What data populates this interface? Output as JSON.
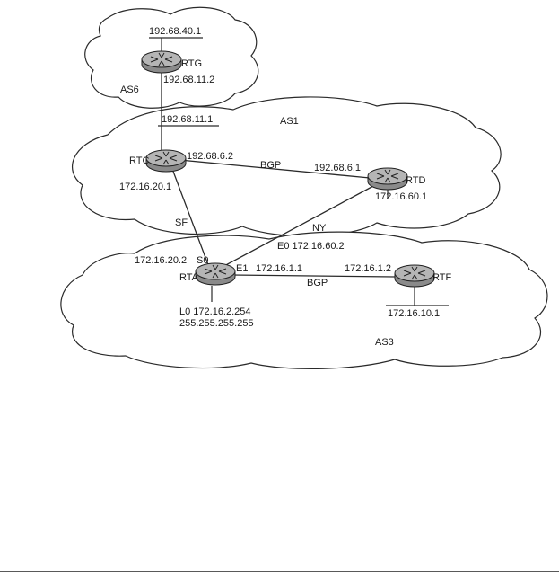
{
  "as_labels": {
    "as6": "AS6",
    "as1": "AS1",
    "as3": "AS3"
  },
  "routers": {
    "rtg": "RTG",
    "rtc": "RTC",
    "rtd": "RTD",
    "rta": "RTA",
    "rtf": "RTF"
  },
  "addresses": {
    "rtg_lan": "192.68.40.1",
    "rtg_link": "192.68.11.2",
    "rtc_link_as6": "192.68.11.1",
    "rtc_to_rtd": "192.68.6.2",
    "rtd_to_rtc": "192.68.6.1",
    "rtc_serial": "172.16.20.1",
    "rtd_lan": "172.16.60.1",
    "rta_serial": "172.16.20.2",
    "rta_e0": "E0  172.16.60.2",
    "rta_e1": "172.16.1.1",
    "rtf_link": "172.16.1.2",
    "rtf_lan": "172.16.10.1",
    "rta_loopback": "L0 172.16.2.254",
    "rta_loopback_mask": "255.255.255.255"
  },
  "interfaces": {
    "s0": "S0",
    "e1": "E1"
  },
  "link_labels": {
    "bgp_rtc_rtd": "BGP",
    "bgp_rta_rtf": "BGP",
    "sf": "SF",
    "ny": "NY"
  }
}
